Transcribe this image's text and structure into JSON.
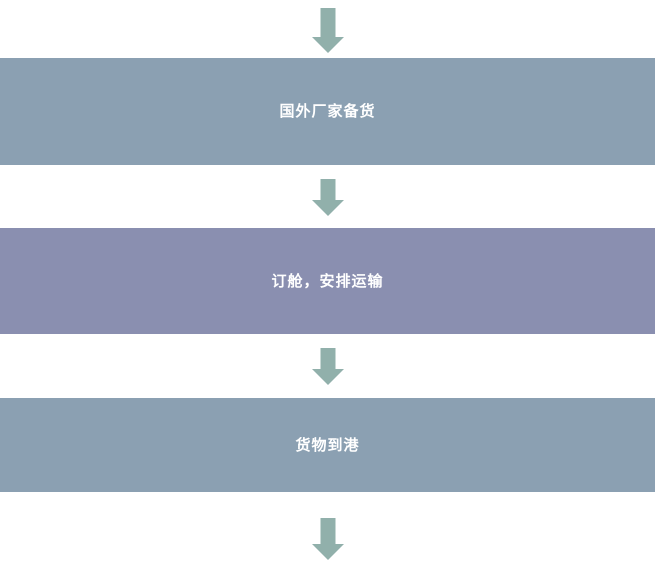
{
  "diagram": {
    "type": "vertical-flowchart",
    "background_color": "#ffffff",
    "arrow_color": "#91b0ab",
    "nodes": [
      {
        "id": "node-1",
        "label": "国外厂家备货",
        "fill": "#8ba0b2",
        "text_color": "#ffffff"
      },
      {
        "id": "node-2",
        "label": "订舱，安排运输",
        "fill": "#8a8fb0",
        "text_color": "#ffffff"
      },
      {
        "id": "node-3",
        "label": "货物到港",
        "fill": "#8ba0b2",
        "text_color": "#ffffff"
      }
    ],
    "connectors": [
      {
        "id": "arrow-top",
        "icon": "arrow-down-icon"
      },
      {
        "id": "arrow-1-2",
        "icon": "arrow-down-icon"
      },
      {
        "id": "arrow-2-3",
        "icon": "arrow-down-icon"
      },
      {
        "id": "arrow-bottom",
        "icon": "arrow-down-icon"
      }
    ]
  }
}
